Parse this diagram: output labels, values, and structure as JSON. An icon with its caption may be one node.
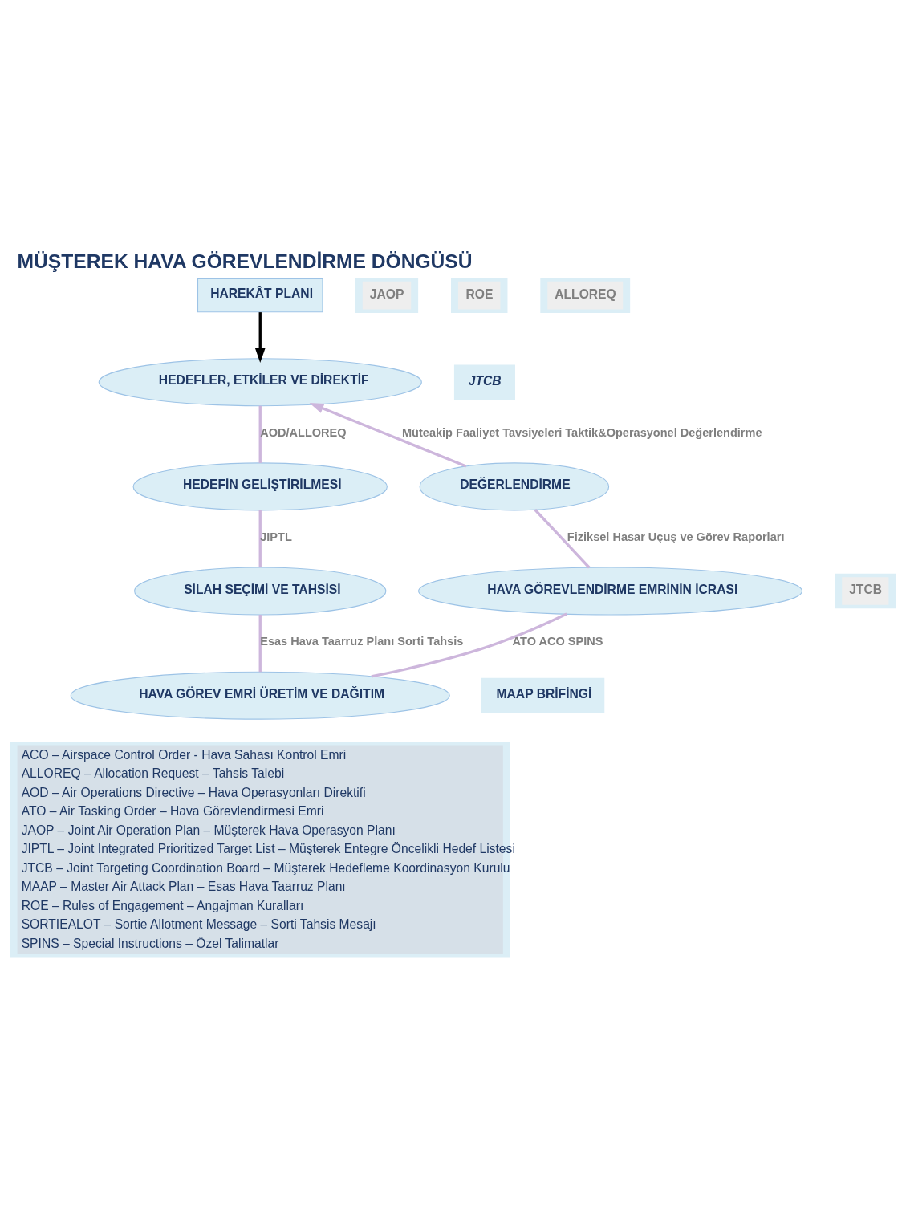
{
  "diagram": {
    "title": "MÜŞTEREK HAVA GÖREVLENDİRME DÖNGÜSÜ",
    "nodes": [
      {
        "text": [
          "HAREKÂT PLANI"
        ]
      },
      {
        "text": [
          "HEDEFLER, ETKİLER VE DİREKTİF"
        ]
      },
      {
        "text": [
          "HEDEFİN GELİŞTİRİLMESİ"
        ]
      },
      {
        "text": [
          "SİLAH SEÇİMİ VE TAHSİSİ"
        ]
      },
      {
        "text": [
          "HAVA GÖREV EMRİ ÜRETİM VE DAĞITIM"
        ]
      },
      {
        "text": [
          "HAVA GÖREVLENDİRME EMRİNİN İCRASI"
        ]
      },
      {
        "text": [
          "DEĞERLENDİRME"
        ]
      }
    ],
    "edges": [
      {
        "from": 0,
        "to": 1,
        "arrow": "to",
        "color": "#000000"
      },
      {
        "from": 1,
        "to": 2,
        "arrow": "none",
        "label": "AOD/ALLOREQ"
      },
      {
        "from": 2,
        "to": 3,
        "arrow": "none",
        "label": "JIPTL"
      },
      {
        "from": 3,
        "to": 4,
        "arrow": "none",
        "label": "Esas Hava Taarruz Planı Sorti Tahsis"
      },
      {
        "from": 4,
        "to": 5,
        "arrow": "none",
        "label": "ATO ACO SPINS"
      },
      {
        "from": 5,
        "to": 6,
        "arrow": "none",
        "label": "Fiziksel Hasar Uçuş ve Görev Raporları"
      },
      {
        "from": 6,
        "to": 1,
        "arrow": "to",
        "label": "Müteakip Faaliyet Tavsiyeleri Taktik&Operasyonel Değerlendirme"
      }
    ],
    "labels": [
      "JAOP",
      "ROE",
      "ALLOREQ",
      "JTCB",
      "JTCB",
      "MAAP BRİFİNGİ",
      "ACO – Airspace Control Order - Hava Sahası Kontrol Emri",
      "ALLOREQ – Allocation Request – Tahsis Talebi",
      "AOD – Air Operations Directive – Hava Operasyonları Direktifi",
      "ATO – Air Tasking Order – Hava Görevlendirmesi Emri",
      "JAOP – Joint Air Operation Plan – Müşterek Hava Operasyon Planı",
      "JIPTL – Joint Integrated Prioritized Target List – Müşterek Entegre Öncelikli Hedef Listesi",
      "JTCB – Joint Targeting Coordination Board – Müşterek Hedefleme Koordinasyon Kurulu",
      "MAAP – Master Air Attack Plan – Esas Hava Taarruz Planı",
      "ROE – Rules of Engagement – Angajman Kuralları",
      "SORTIEALOT – Sortie Allotment Message – Sorti Tahsis Mesajı",
      "SPINS – Special Instructions – Özel Talimatlar"
    ]
  }
}
